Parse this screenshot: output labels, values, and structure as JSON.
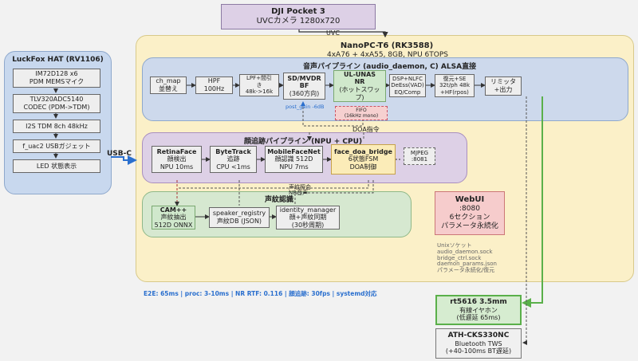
{
  "dji": {
    "title": "DJI Pocket 3",
    "subtitle": "UVCカメラ 1280x720",
    "link": "UVC"
  },
  "luckfox": {
    "title": "LuckFox HAT (RV1106)",
    "items": [
      "IM72D128 x6\nPDM MEMSマイク",
      "TLV320ADC5140\nCODEC (PDM->TDM)",
      "I2S TDM 8ch 48kHz",
      "f_uac2 USBガジェット",
      "LED 状態表示"
    ],
    "link": "USB-C"
  },
  "nanopc": {
    "title": "NanoPC-T6 (RK3588)",
    "subtitle": "4xA76 + 4xA55, 8GB, NPU 6TOPS"
  },
  "audio": {
    "title": "音声パイプライン (audio_daemon, C) ALSA直接",
    "ch_map": "ch_map\n並替え",
    "hpf": "HPF\n100Hz",
    "lpf": "LPF+間引\nき\n48k->16k",
    "sd_title": "SD/MVDR\nBF",
    "sd_sub": "(360方向)",
    "ul_title": "UL-UNAS\nNR",
    "ul_sub": "(ホットスワッ\nプ)",
    "dsp": "DSP+NLFC\nDeEss(VAD)\nEQ/Comp",
    "restore": "復元+SE\n32t/ph 48k\n+HF(rpos)",
    "limiter": "リミッタ\n+出力",
    "fifo": "FIFO\n(16kHz mono)",
    "post_gain": "post_gain -6dB"
  },
  "face": {
    "title": "顔追跡パイプライン (NPU + CPU)",
    "doa_cmd": "DOA指令",
    "retina_title": "RetinaFace",
    "retina_sub": "顔検出\nNPU 10ms",
    "bytetrack_title": "ByteTrack",
    "bytetrack_sub": "追跡\nCPU <1ms",
    "mobile_title": "MobileFaceNet",
    "mobile_sub": "顔認識 512D\nNPU 7ms",
    "bridge_title": "face_doa_bridge",
    "bridge_sub": "6状態FSM\nDOA制御",
    "mjpeg": "MJPEG\n:8081"
  },
  "voice": {
    "title": "声紋認識",
    "link_a": "声紋照合",
    "link_b": "NR音声",
    "cam_title": "CAM++",
    "cam_sub": "声紋抽出\n512D ONNX",
    "speaker": "speaker_registry\n声紋DB (JSON)",
    "identity": "identity_manager\n顔+声紋同期\n(30秒周期)"
  },
  "webui": {
    "title": "WebUI",
    "sub": ":8080\n6セクション\nパラメータ永続化"
  },
  "notes": {
    "unix": "Unixソケット\naudio_daemon.sock\nbridge_ctrl.sock",
    "params": "daemon_params.json\nパラメータ永続化/復元"
  },
  "footer": "E2E: 65ms | proc: 3-10ms | NR RTF: 0.116 | 顔追跡: 30fps | systemd対応",
  "out1": {
    "title": "rt5616 3.5mm",
    "sub": "有線イヤホン\n(低遅延 65ms)"
  },
  "out2": {
    "title": "ATH-CKS330NC",
    "sub": "Bluetooth TWS\n(+40-100ms BT遅延)"
  },
  "colors": {
    "green": "#5ab04a",
    "blue": "#2a6fce"
  }
}
